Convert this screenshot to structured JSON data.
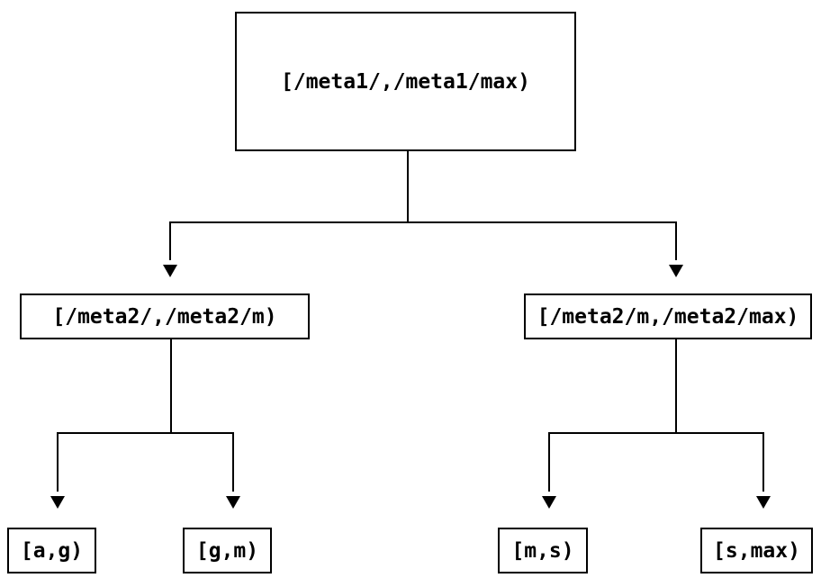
{
  "diagram": {
    "type": "tree",
    "description": "Interval partition tree: a root meta1 range split into two meta2 ranges, each split into two key ranges",
    "colors": {
      "background": "#ffffff",
      "line": "#000000",
      "box_border": "#000000",
      "text": "#000000"
    },
    "icons": {
      "arrowhead_down": "▼ (filled css triangle pointing down)"
    },
    "nodes": {
      "root": {
        "label": "[/meta1/,/meta1/max)"
      },
      "meta2_low": {
        "label": "[/meta2/,/meta2/m)"
      },
      "meta2_high": {
        "label": "[/meta2/m,/meta2/max)"
      },
      "leaf_ag": {
        "label": "[a,g)"
      },
      "leaf_gm": {
        "label": "[g,m)"
      },
      "leaf_ms": {
        "label": "[m,s)"
      },
      "leaf_smax": {
        "label": "[s,max)"
      }
    },
    "edges": [
      {
        "from": "root",
        "to": "meta2_low"
      },
      {
        "from": "root",
        "to": "meta2_high"
      },
      {
        "from": "meta2_low",
        "to": "leaf_ag"
      },
      {
        "from": "meta2_low",
        "to": "leaf_gm"
      },
      {
        "from": "meta2_high",
        "to": "leaf_ms"
      },
      {
        "from": "meta2_high",
        "to": "leaf_smax"
      }
    ]
  }
}
